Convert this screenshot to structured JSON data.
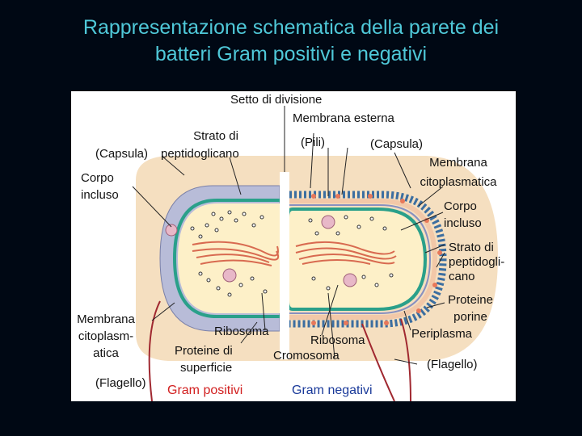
{
  "slide": {
    "title_line1": "Rappresentazione schematica della parete dei",
    "title_line2": "batteri Gram positivi e negativi"
  },
  "labels": {
    "setto": "Setto di divisione",
    "membrana_esterna": "Membrana esterna",
    "strato_pepti_left_1": "Strato di",
    "strato_pepti_left_2": "peptidoglicano",
    "capsula_left": "(Capsula)",
    "pili": "(Pili)",
    "capsula_right": "(Capsula)",
    "membrana_cito_right_1": "Membrana",
    "membrana_cito_right_2": "citoplasmatica",
    "corpo_incluso_left_1": "Corpo",
    "corpo_incluso_left_2": "incluso",
    "corpo_incluso_right_1": "Corpo",
    "corpo_incluso_right_2": "incluso",
    "strato_pepti_right_1": "Strato di",
    "strato_pepti_right_2": "peptidogli-",
    "strato_pepti_right_3": "cano",
    "proteine_porine_1": "Proteine",
    "proteine_porine_2": "porine",
    "periplasma": "Periplasma",
    "membrana_cito_left_1": "Membrana",
    "membrana_cito_left_2": "citoplasm-",
    "membrana_cito_left_3": "atica",
    "ribosoma_left": "Ribosoma",
    "ribosoma_right": "Ribosoma",
    "proteine_superficie_1": "Proteine di",
    "proteine_superficie_2": "superficie",
    "cromosoma": "Cromosoma",
    "flagello_left": "(Flagello)",
    "flagello_right": "(Flagello)"
  },
  "footer": {
    "gram_positivi": "Gram positivi",
    "gram_negativi": "Gram negativi"
  },
  "colors": {
    "background": "#000814",
    "title": "#4fc8d8",
    "capsule": "#f5dfc0",
    "peptidoglycan": "#b8bcd8",
    "membrane": "#2aa08a",
    "cytoplasm": "#fdf0c8",
    "chromosome": "#d86a50",
    "gram_positive_label": "#d22020",
    "gram_negative_label": "#1a3a9a"
  }
}
